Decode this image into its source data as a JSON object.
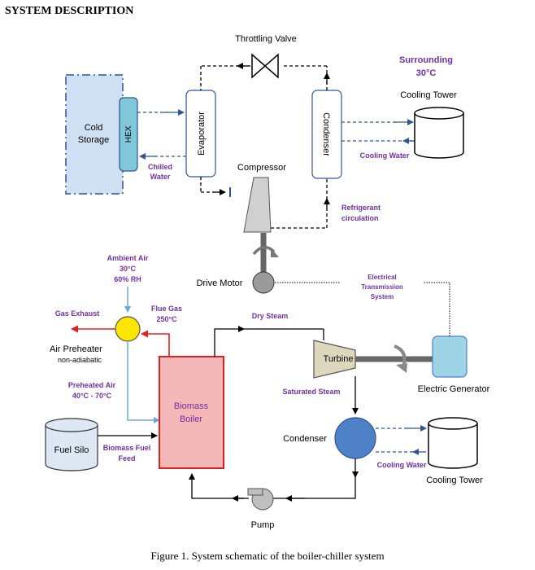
{
  "header": {
    "title": "SYSTEM DESCRIPTION"
  },
  "chiller": {
    "throttling_valve": "Throttling Valve",
    "surrounding_line1": "Surrounding",
    "surrounding_line2": "30°C",
    "cooling_tower": "Cooling Tower",
    "cold_storage_line1": "Cold",
    "cold_storage_line2": "Storage",
    "hex": "HEX",
    "evaporator": "Evaporator",
    "condenser": "Condenser",
    "chilled_water_line1": "Chilled",
    "chilled_water_line2": "Water",
    "compressor": "Compressor",
    "cooling_water": "Cooling Water",
    "refrigerant_line1": "Refrigerant",
    "refrigerant_line2": "circulation",
    "drive_motor": "Drive Motor"
  },
  "boiler": {
    "ambient_air_line1": "Ambient Air",
    "ambient_air_line2": "30°C",
    "ambient_air_line3": "60% RH",
    "electrical_line1": "Electrical",
    "electrical_line2": "Transmission",
    "electrical_line3": "System",
    "gas_exhaust": "Gas Exhaust",
    "flue_gas_line1": "Flue Gas",
    "flue_gas_line2": "250°C",
    "dry_steam": "Dry Steam",
    "air_preheater": "Air Preheater",
    "non_adiabatic": "non-adiabatic",
    "turbine": "Turbine",
    "electric_generator": "Electric Generator",
    "preheated_air_line1": "Preheated Air",
    "preheated_air_line2": "40°C - 70°C",
    "saturated_steam": "Saturated Steam",
    "biomass_boiler_line1": "Biomass",
    "biomass_boiler_line2": "Boiler",
    "condenser": "Condenser",
    "fuel_silo": "Fuel Silo",
    "biomass_fuel_line1": "Biomass Fuel",
    "biomass_fuel_line2": "Feed",
    "cooling_water": "Cooling Water",
    "cooling_tower": "Cooling Tower",
    "pump": "Pump"
  },
  "caption": "Figure 1. System schematic of the boiler-chiller system",
  "colors": {
    "purple": "#7030a0",
    "blue_dash": "#2f5597",
    "red": "#e02020",
    "boiler_fill": "#f4b8b8",
    "hex_fill": "#7fc7d9",
    "generator_fill": "#9fd3e6",
    "turbine_fill": "#ddd8bd",
    "heater_fill": "#ffe600",
    "condenser_fill": "#4f81c7"
  }
}
